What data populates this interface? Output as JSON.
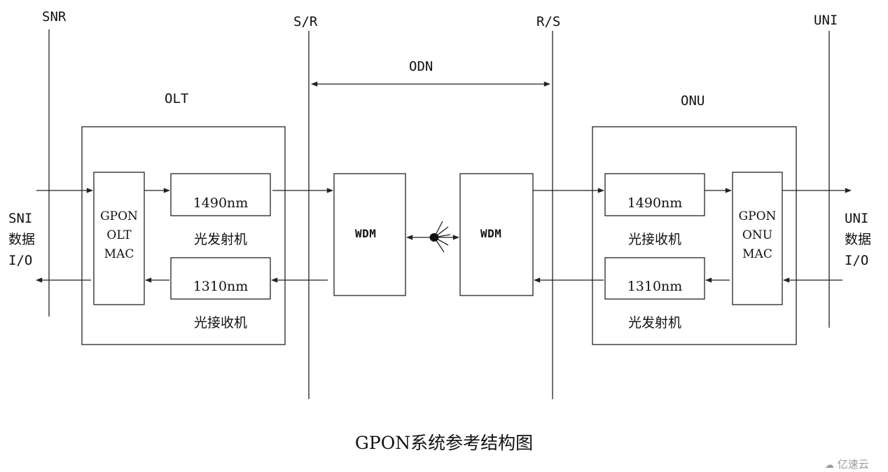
{
  "reference_points": {
    "snr": "SNR",
    "s_r": "S/R",
    "r_s": "R/S",
    "uni": "UNI"
  },
  "odn": {
    "label": "ODN"
  },
  "olt": {
    "title": "OLT",
    "mac": "GPON\nOLT\nMAC",
    "tx": {
      "wavelength": "1490nm",
      "name": "光发射机"
    },
    "rx": {
      "wavelength": "1310nm",
      "name": "光接收机"
    }
  },
  "wdm": {
    "left": "WDM",
    "right": "WDM"
  },
  "onu": {
    "title": "ONU",
    "mac": "GPON\nONU\nMAC",
    "rx": {
      "wavelength": "1490nm",
      "name": "光接收机"
    },
    "tx": {
      "wavelength": "1310nm",
      "name": "光发射机"
    }
  },
  "sni_io": {
    "line1": "SNI",
    "line2": "数据",
    "line3": "I/O"
  },
  "uni_io": {
    "line1": "UNI",
    "line2": "数据",
    "line3": "I/O"
  },
  "caption": "GPON系统参考结构图",
  "watermark": "亿速云"
}
